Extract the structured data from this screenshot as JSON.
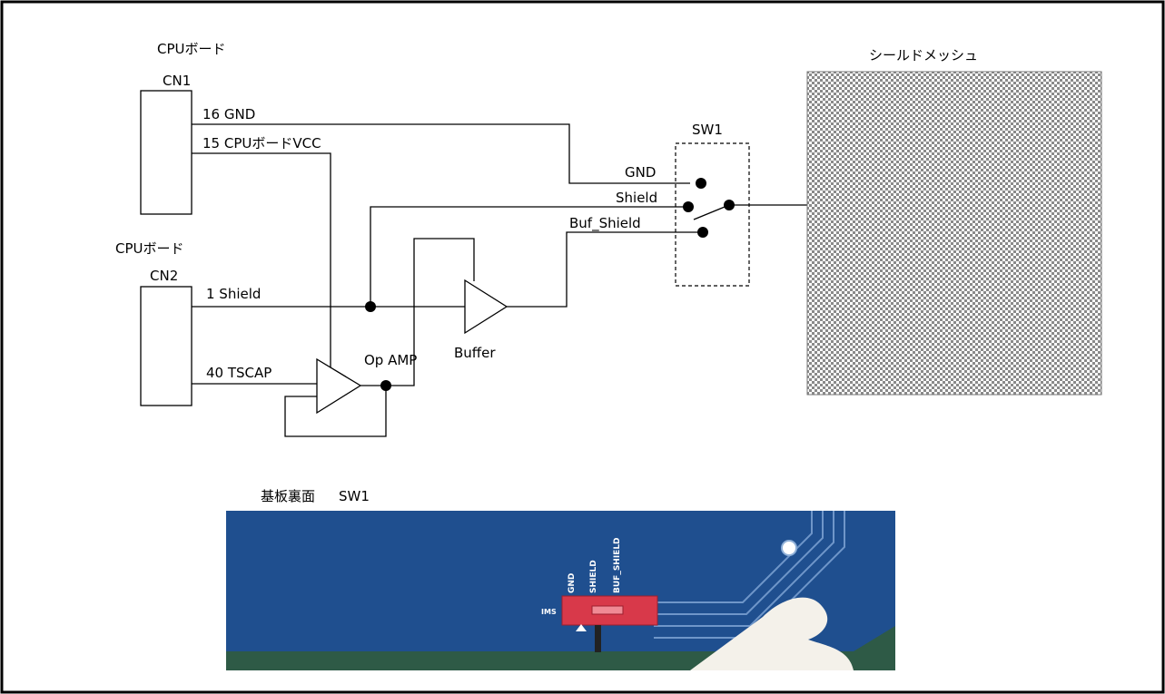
{
  "cn1": {
    "board_label": "CPUボード",
    "name": "CN1",
    "pin_gnd": "16 GND",
    "pin_vcc": "15 CPUボードVCC"
  },
  "cn2": {
    "board_label": "CPUボード",
    "name": "CN2",
    "pin_shield": "1 Shield",
    "pin_tscap": "40 TSCAP"
  },
  "sw1": {
    "name": "SW1",
    "pos_gnd": "GND",
    "pos_shield": "Shield",
    "pos_buf_shield": "Buf_Shield"
  },
  "components": {
    "opamp": "Op AMP",
    "buffer": "Buffer"
  },
  "mesh": {
    "title": "シールドメッシュ"
  },
  "photo": {
    "caption_prefix": "基板裏面",
    "caption_sw": "SW1",
    "silk_gnd": "GND",
    "silk_shield": "SHIELD",
    "silk_buf_shield": "BUF_SHIELD",
    "silk_sw": "IMS"
  },
  "colors": {
    "pcb_blue": "#1f4f8f",
    "switch_red": "#d8394a",
    "board_green": "#2e5a46"
  }
}
